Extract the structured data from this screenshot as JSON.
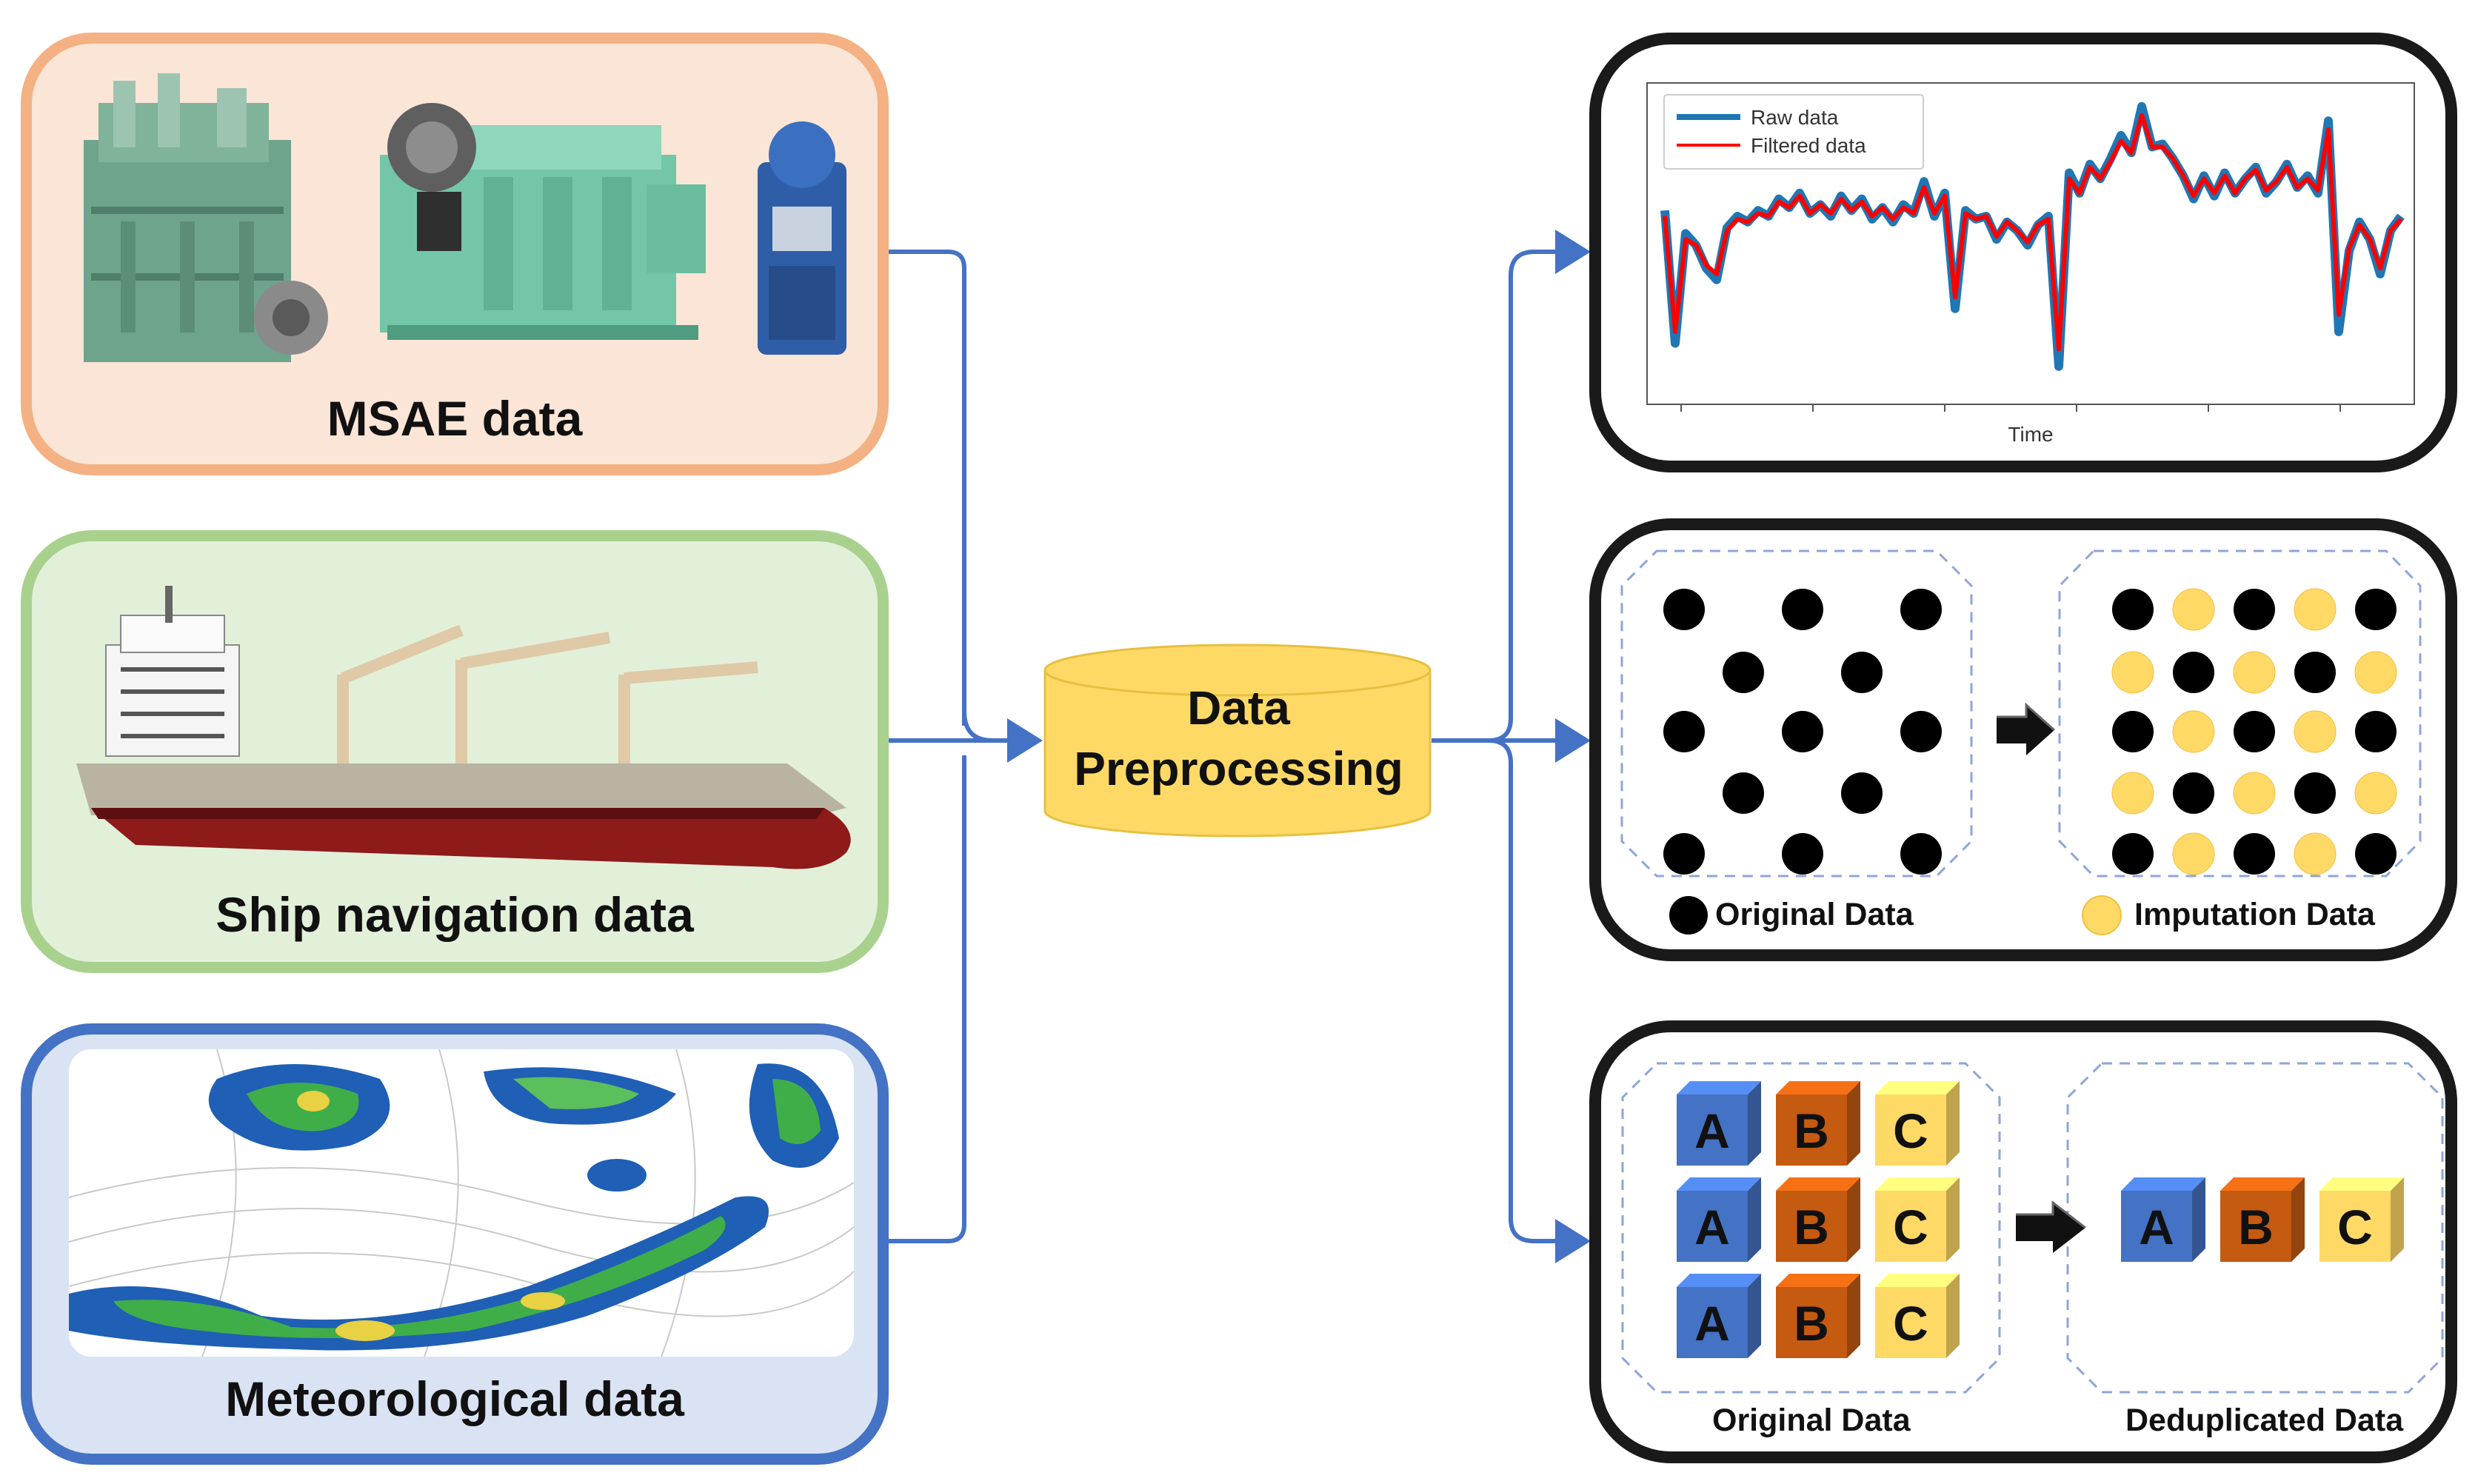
{
  "sources": [
    {
      "id": "msae",
      "label": "MSAE data",
      "border_color": "#f4b183",
      "fill_color": "#fbe5d6"
    },
    {
      "id": "nav",
      "label": "Ship navigation data",
      "border_color": "#a9d18e",
      "fill_color": "#e2f0d9"
    },
    {
      "id": "met",
      "label": "Meteorological data",
      "border_color": "#4472c4",
      "fill_color": "#dae3f3"
    }
  ],
  "center": {
    "line1": "Data",
    "line2": "Preprocessing",
    "fill_color": "#ffd966"
  },
  "connector_color": "#4472c4",
  "filter_panel": {
    "legend": {
      "raw": "Raw data",
      "filtered": "Filtered data"
    },
    "raw_color": "#1f77b4",
    "filtered_color": "#ff0000",
    "xlabel": "Time",
    "chart_data": {
      "type": "line",
      "xlabel": "Time",
      "ylabel": "",
      "series": [
        {
          "name": "Raw data",
          "values": [
            0.62,
            0.16,
            0.54,
            0.5,
            0.42,
            0.38,
            0.56,
            0.6,
            0.58,
            0.62,
            0.6,
            0.66,
            0.63,
            0.68,
            0.61,
            0.64,
            0.6,
            0.67,
            0.62,
            0.66,
            0.59,
            0.63,
            0.58,
            0.64,
            0.61,
            0.72,
            0.6,
            0.68,
            0.28,
            0.62,
            0.59,
            0.6,
            0.52,
            0.58,
            0.55,
            0.5,
            0.57,
            0.6,
            0.08,
            0.75,
            0.68,
            0.78,
            0.73,
            0.8,
            0.88,
            0.82,
            0.98,
            0.84,
            0.85,
            0.8,
            0.74,
            0.66,
            0.74,
            0.67,
            0.75,
            0.68,
            0.73,
            0.77,
            0.68,
            0.72,
            0.78,
            0.7,
            0.74,
            0.68,
            0.93,
            0.2,
            0.48,
            0.58,
            0.52,
            0.4,
            0.55,
            0.6
          ]
        },
        {
          "name": "Filtered data",
          "values": [
            0.6,
            0.2,
            0.52,
            0.5,
            0.43,
            0.4,
            0.55,
            0.59,
            0.58,
            0.61,
            0.6,
            0.65,
            0.63,
            0.67,
            0.61,
            0.64,
            0.61,
            0.66,
            0.62,
            0.65,
            0.6,
            0.63,
            0.59,
            0.63,
            0.61,
            0.7,
            0.61,
            0.67,
            0.32,
            0.61,
            0.59,
            0.6,
            0.53,
            0.58,
            0.55,
            0.51,
            0.57,
            0.59,
            0.14,
            0.73,
            0.68,
            0.77,
            0.73,
            0.79,
            0.86,
            0.82,
            0.95,
            0.84,
            0.84,
            0.8,
            0.74,
            0.67,
            0.73,
            0.68,
            0.74,
            0.68,
            0.73,
            0.76,
            0.69,
            0.72,
            0.77,
            0.7,
            0.73,
            0.69,
            0.9,
            0.26,
            0.49,
            0.57,
            0.52,
            0.42,
            0.55,
            0.59
          ]
        }
      ]
    }
  },
  "imputation_panel": {
    "original_label": "Original Data",
    "imputation_label": "Imputation Data",
    "original_color": "#000000",
    "imputed_color": "#ffd966"
  },
  "dedup_panel": {
    "original_label": "Original Data",
    "dedup_label": "Deduplicated Data",
    "letters": [
      "A",
      "B",
      "C"
    ],
    "cube_colors": [
      "#4472c4",
      "#c55a11",
      "#ffd966"
    ]
  }
}
